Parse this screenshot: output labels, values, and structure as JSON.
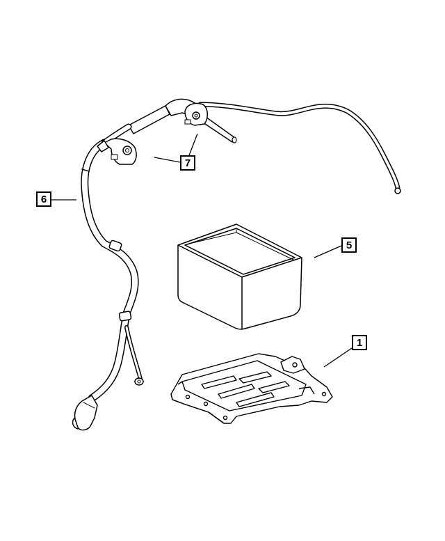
{
  "callouts": {
    "part_1": "1",
    "part_5": "5",
    "part_6": "6",
    "part_7": "7"
  },
  "colors": {
    "line": "#000000",
    "background": "#ffffff"
  }
}
